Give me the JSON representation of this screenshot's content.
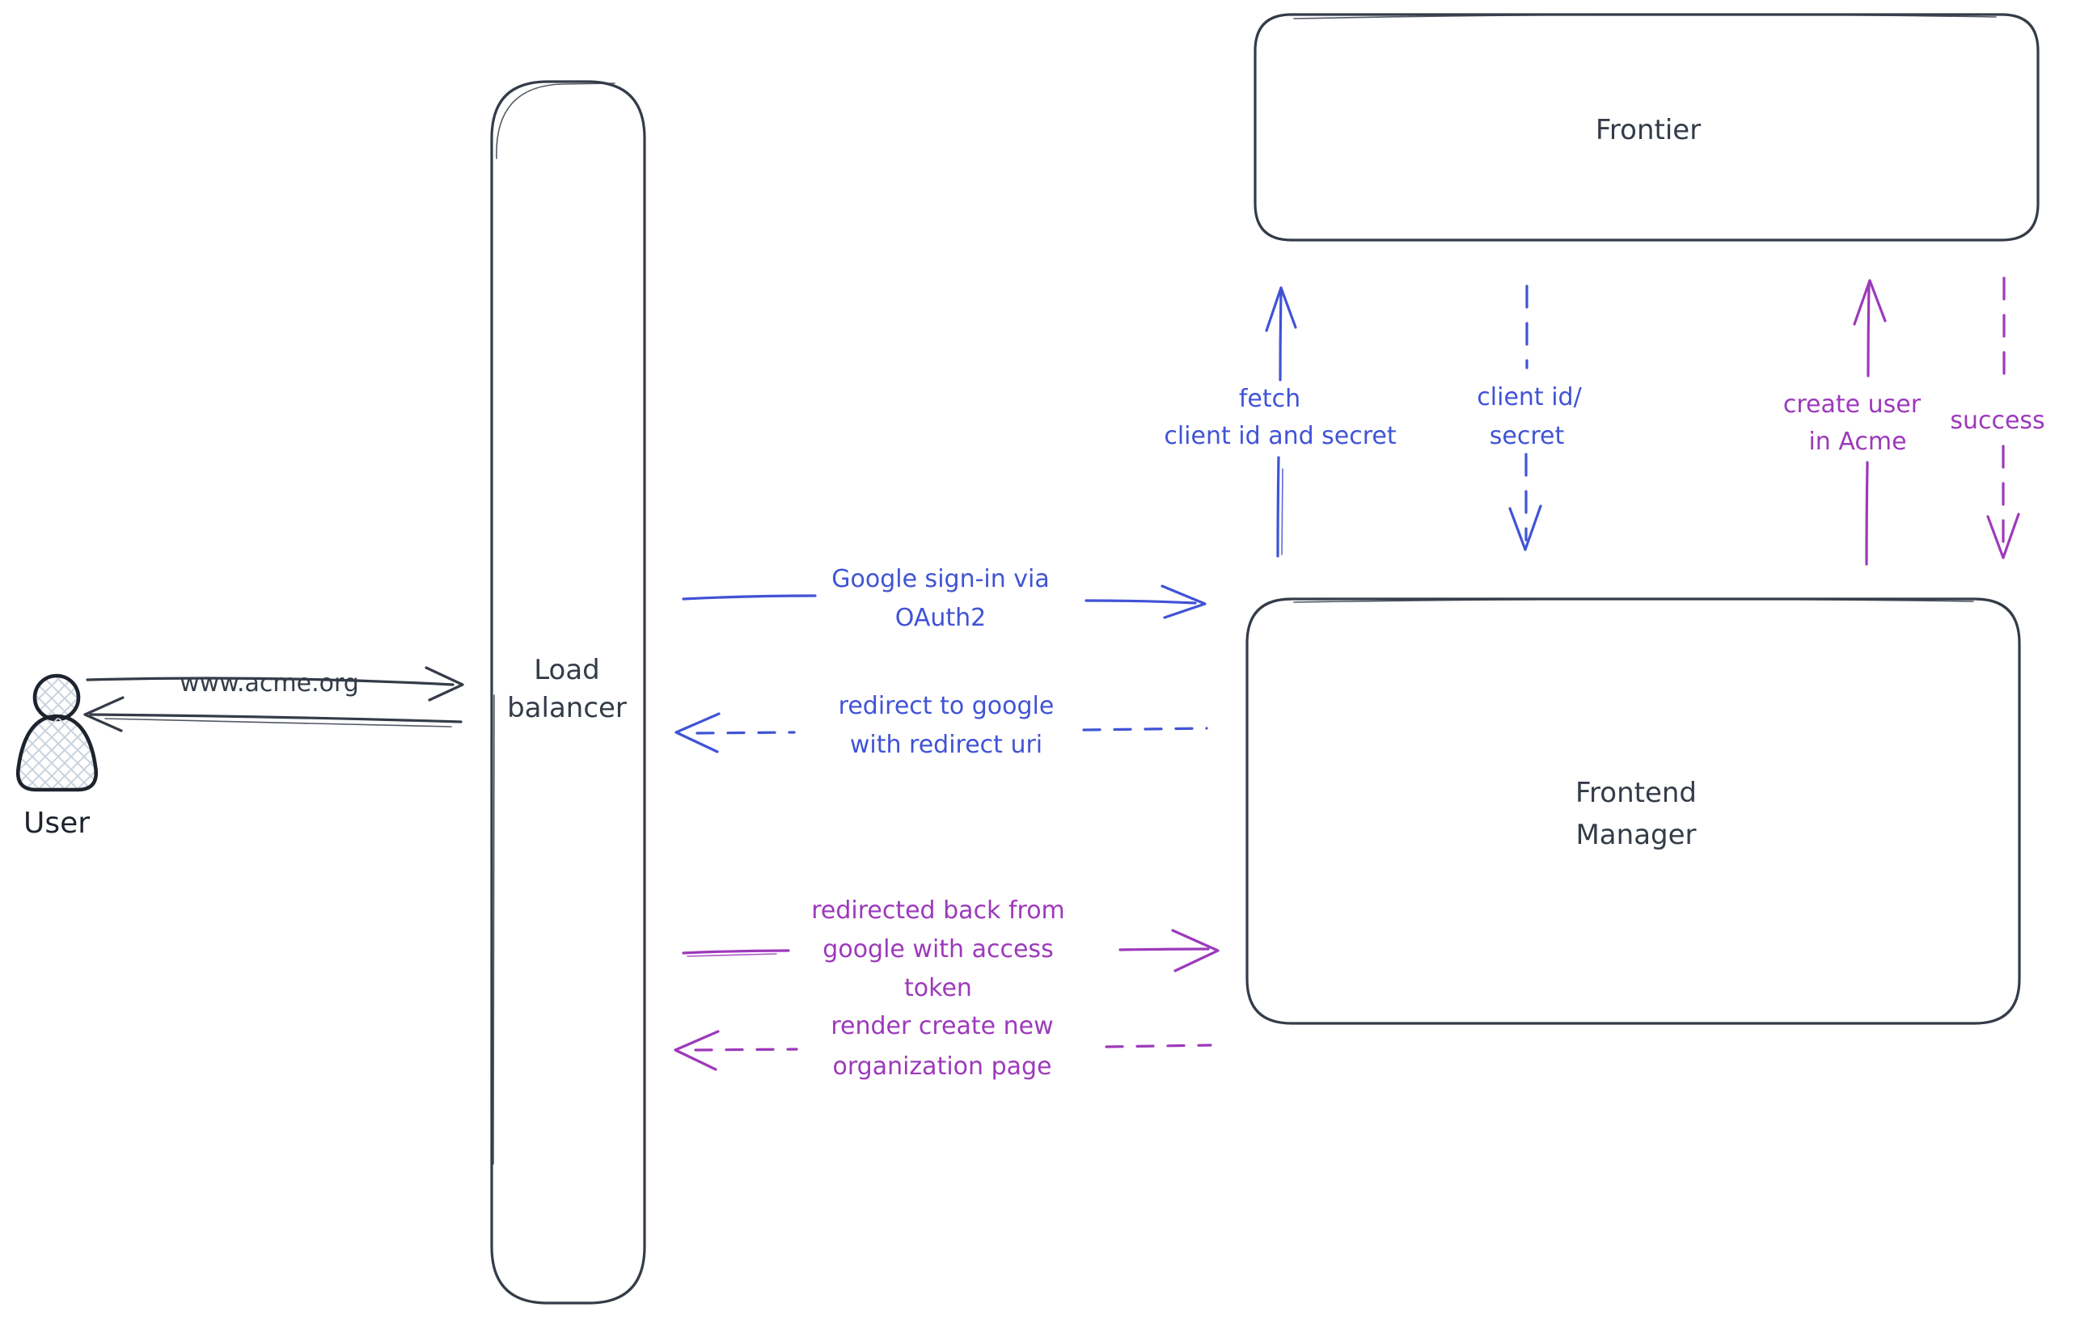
{
  "diagram_title": "",
  "colors": {
    "background": "#ffffff",
    "ink": "#343c48",
    "blue": "#4053d6",
    "purple": "#9d39bb",
    "user_fill_hatch": "#c9d3de"
  },
  "actors": {
    "user": {
      "label": "User"
    },
    "load_balancer": {
      "label_lines": [
        "Load",
        "balancer"
      ]
    },
    "frontier": {
      "label": "Frontier"
    },
    "frontend_manager": {
      "label_lines": [
        "Frontend",
        "Manager"
      ]
    }
  },
  "flows": [
    {
      "id": "www-request",
      "from": "user",
      "to": "load-balancer",
      "style": "solid",
      "color": "ink",
      "label_lines": [
        "www.acme.org"
      ]
    },
    {
      "id": "www-response",
      "from": "load-balancer",
      "to": "user",
      "style": "solid",
      "color": "ink",
      "label_lines": []
    },
    {
      "id": "google-signin",
      "from": "load-balancer",
      "to": "frontend-manager",
      "style": "solid",
      "color": "blue",
      "label_lines": [
        "Google sign-in via",
        "OAuth2"
      ]
    },
    {
      "id": "redirect-to-google",
      "from": "frontend-manager",
      "to": "load-balancer",
      "style": "dashed",
      "color": "blue",
      "label_lines": [
        "redirect to google",
        "with redirect uri"
      ]
    },
    {
      "id": "fetch-client-id",
      "from": "frontend-manager",
      "to": "frontier",
      "style": "solid",
      "color": "blue",
      "label_lines": [
        "fetch",
        "client id and secret"
      ]
    },
    {
      "id": "client-id-secret",
      "from": "frontier",
      "to": "frontend-manager",
      "style": "dashed",
      "color": "blue",
      "label_lines": [
        "client id/",
        "secret"
      ]
    },
    {
      "id": "create-user",
      "from": "frontend-manager",
      "to": "frontier",
      "style": "solid",
      "color": "purple",
      "label_lines": [
        "create user",
        "in Acme"
      ]
    },
    {
      "id": "success",
      "from": "frontier",
      "to": "frontend-manager",
      "style": "dashed",
      "color": "purple",
      "label_lines": [
        "success"
      ]
    },
    {
      "id": "redirected-back",
      "from": "load-balancer",
      "to": "frontend-manager",
      "style": "solid",
      "color": "purple",
      "label_lines": [
        "redirected back from",
        "google with access",
        "token"
      ]
    },
    {
      "id": "render-org-page",
      "from": "frontend-manager",
      "to": "load-balancer",
      "style": "dashed",
      "color": "purple",
      "label_lines": [
        "render create new",
        "organization page"
      ]
    }
  ]
}
